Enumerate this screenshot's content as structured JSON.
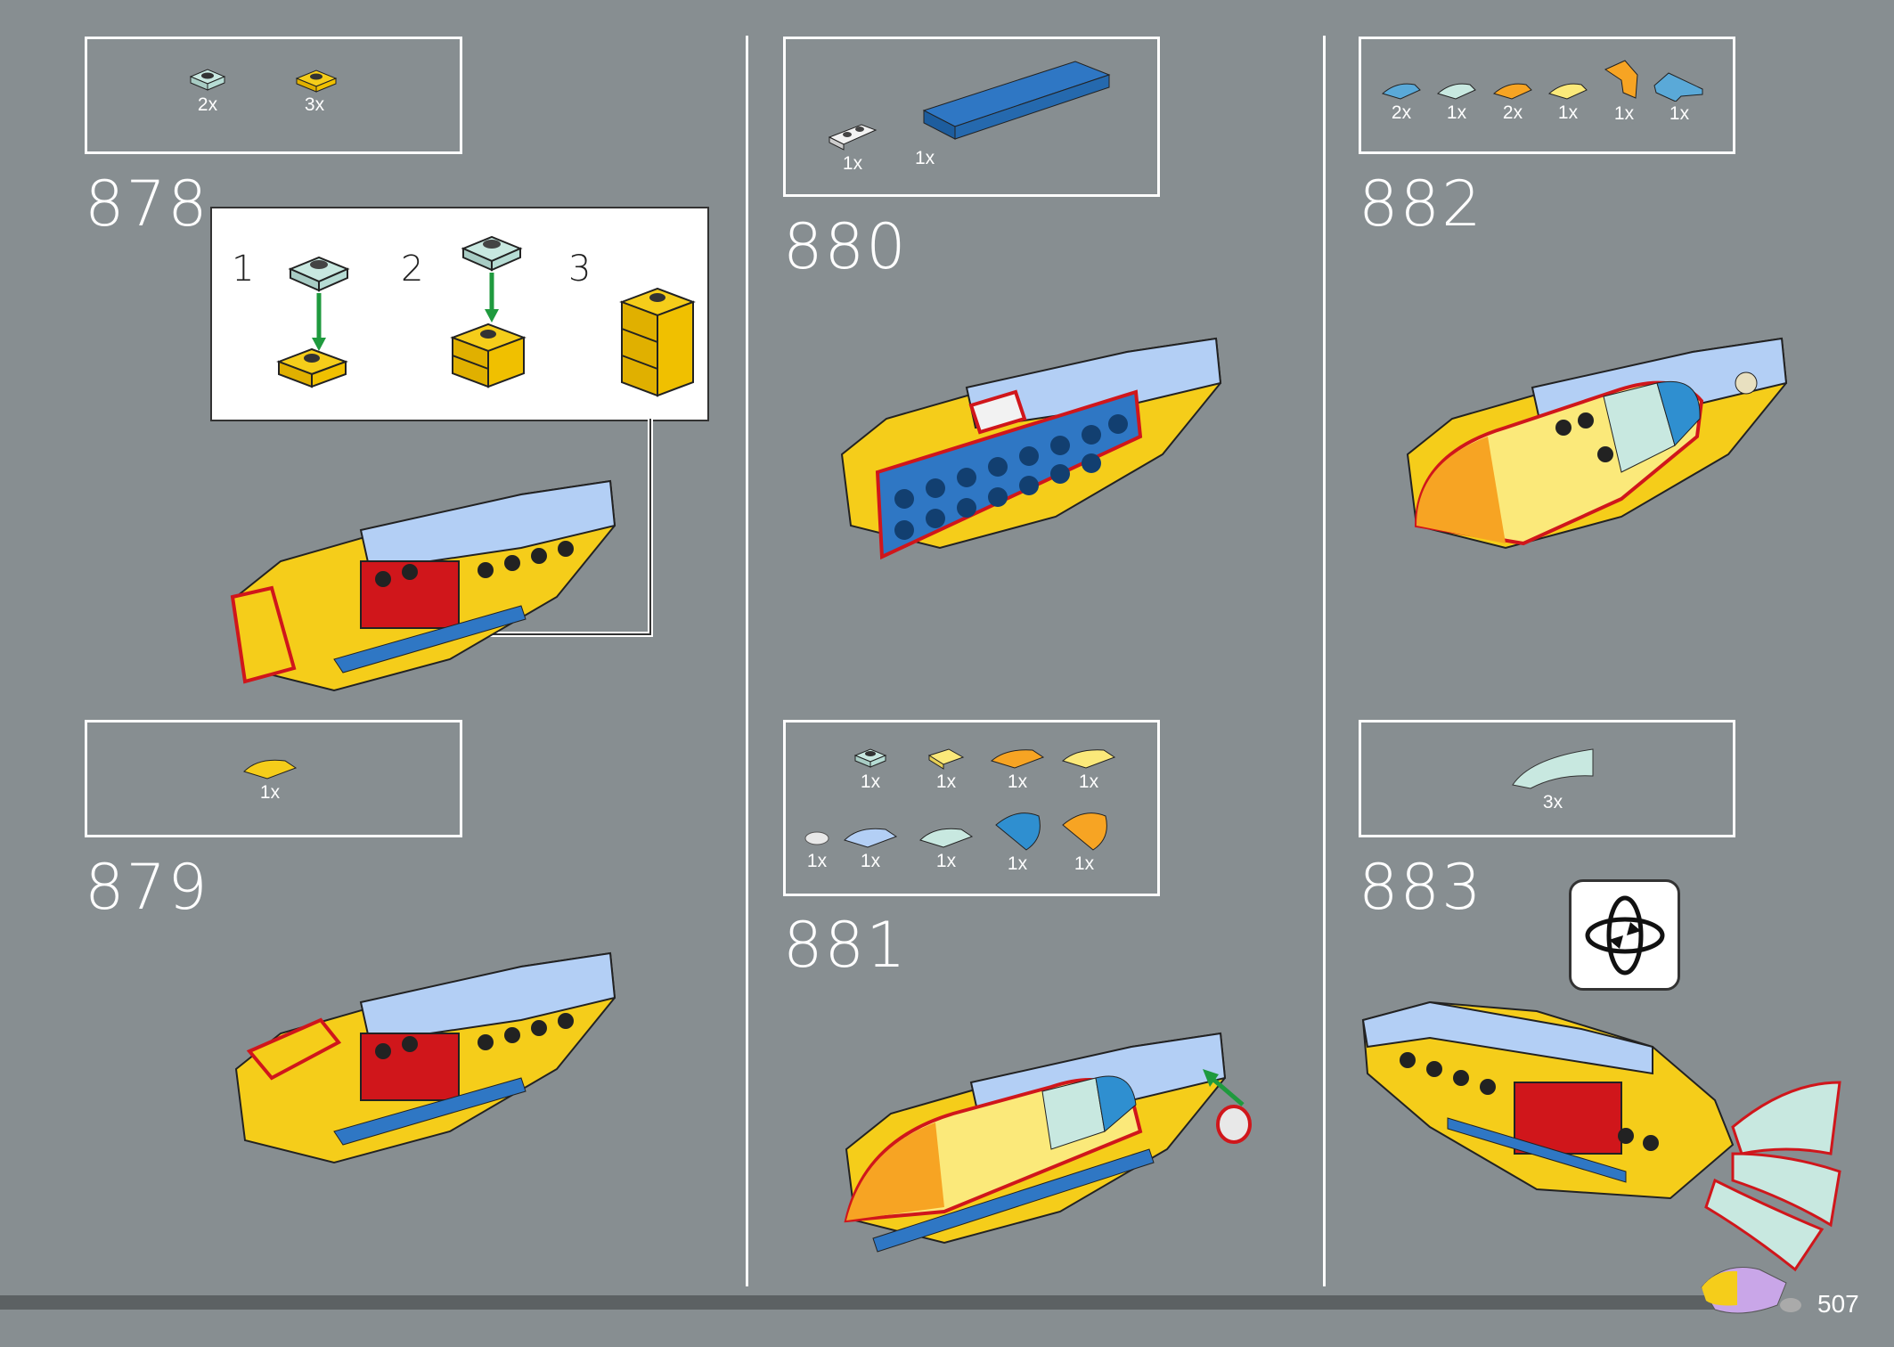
{
  "page_number": "507",
  "steps": [
    {
      "number": "878",
      "parts": [
        {
          "qty": "2x",
          "color": "#c8e8e0"
        },
        {
          "qty": "3x",
          "color": "#f5cd1a"
        }
      ],
      "substeps": [
        "1",
        "2",
        "3"
      ]
    },
    {
      "number": "879",
      "parts": [
        {
          "qty": "1x",
          "color": "#f5cd1a"
        }
      ]
    },
    {
      "number": "880",
      "parts": [
        {
          "qty": "1x",
          "color": "#f2f2f2"
        },
        {
          "qty": "1x",
          "color": "#2f77c4"
        }
      ]
    },
    {
      "number": "881",
      "parts": [
        {
          "qty": "1x",
          "color": "#c8e8e0"
        },
        {
          "qty": "1x",
          "color": "#fbe97a"
        },
        {
          "qty": "1x",
          "color": "#f7a423"
        },
        {
          "qty": "1x",
          "color": "#fbe97a"
        },
        {
          "qty": "1x",
          "color": "#e8e8e8"
        },
        {
          "qty": "1x",
          "color": "#b3cff5"
        },
        {
          "qty": "1x",
          "color": "#c8e8e0"
        },
        {
          "qty": "1x",
          "color": "#2f8fd0"
        },
        {
          "qty": "1x",
          "color": "#f7a423"
        }
      ]
    },
    {
      "number": "882",
      "parts": [
        {
          "qty": "2x",
          "color": "#5aa9d8"
        },
        {
          "qty": "1x",
          "color": "#c8e8e0"
        },
        {
          "qty": "2x",
          "color": "#f7a423"
        },
        {
          "qty": "1x",
          "color": "#fbe97a"
        },
        {
          "qty": "1x",
          "color": "#f7a423"
        },
        {
          "qty": "1x",
          "color": "#5aa9d8"
        }
      ]
    },
    {
      "number": "883",
      "parts": [
        {
          "qty": "3x",
          "color": "#c8e8e0"
        }
      ]
    }
  ],
  "colors": {
    "background": "#878e91",
    "highlight": "#d0161b",
    "arrow": "#1f9a3e"
  }
}
